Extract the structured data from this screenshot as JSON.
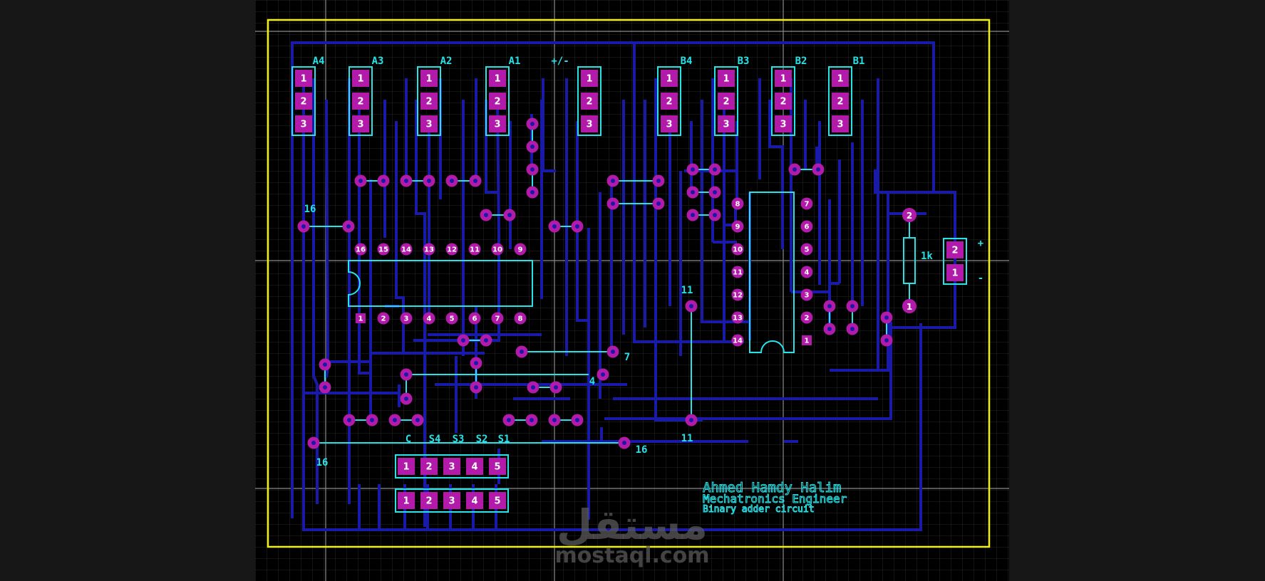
{
  "colors": {
    "background": "#000000",
    "grid": "#262626",
    "axes": "#8a8a8a",
    "board_outline": "#f2f200",
    "bottom_trace": "#1a1aa8",
    "top_trace": "#27e3e8",
    "pad": "#b21ba9",
    "silkscreen": "#27e3e8",
    "pad_text": "#ffffff"
  },
  "connectors_top": {
    "labels": [
      "A4",
      "A3",
      "A2",
      "A1",
      "+/-",
      "B4",
      "B3",
      "B2",
      "B1"
    ],
    "pin_numbers": [
      "1",
      "2",
      "3"
    ]
  },
  "power_connector": {
    "pin_numbers": [
      "2",
      "1"
    ],
    "plus_label": "+",
    "minus_label": "-"
  },
  "resistor": {
    "label": "1k",
    "pin_numbers": [
      "2",
      "1"
    ]
  },
  "ic_left": {
    "top_pins": [
      "16",
      "15",
      "14",
      "13",
      "12",
      "11",
      "10",
      "9"
    ],
    "bottom_pins": [
      "1",
      "2",
      "3",
      "4",
      "5",
      "6",
      "7",
      "8"
    ]
  },
  "ic_right": {
    "left_pins": [
      "8",
      "9",
      "10",
      "11",
      "12",
      "13",
      "14"
    ],
    "right_pins": [
      "7",
      "6",
      "5",
      "4",
      "3",
      "2",
      "1"
    ]
  },
  "net_labels": {
    "n16_top": "16",
    "n16_bottom_left": "16",
    "n16_bottom_right": "16",
    "n11_top": "11",
    "n11_bottom": "11",
    "n7": "7",
    "n4": "4"
  },
  "output_labels": [
    "C",
    "S4",
    "S3",
    "S2",
    "S1"
  ],
  "output_headers": {
    "pin_numbers": [
      "1",
      "2",
      "3",
      "4",
      "5"
    ]
  },
  "title_block": {
    "name": "Ahmed Hamdy Halim",
    "profession": "Mechatronics Engineer",
    "project": "Binary adder circuit"
  },
  "watermark": {
    "arabic": "مستقل",
    "latin": "mostaql.com"
  }
}
